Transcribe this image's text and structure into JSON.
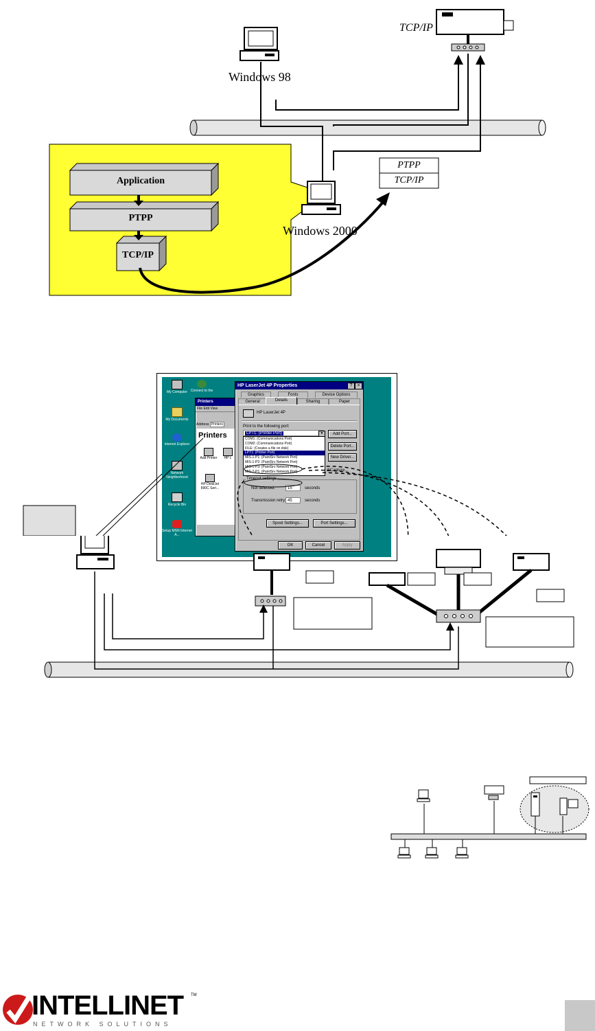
{
  "diagram1": {
    "printer_protocol_label": "TCP/IP",
    "win98_label": "Windows 98",
    "win2000_label": "Windows 2000",
    "stack": [
      "Application",
      "PTPP",
      "TCP/IP"
    ],
    "remote_stack": [
      "PTPP",
      "TCP/IP"
    ]
  },
  "dialog": {
    "title": "HP LaserJet 4P Properties",
    "tabs_back": [
      "Graphics",
      "Fonts",
      "Device Options"
    ],
    "tabs_front": [
      "General",
      "Details",
      "Sharing",
      "Paper"
    ],
    "printer_name": "HP LaserJet 4P",
    "port_label": "Print to the following port:",
    "port_selected": "LPT1: (Printer Port)",
    "port_options": [
      "COM1: (Communications Port)",
      "COM2: (Communications Port)",
      "FILE: (Creates a file on disk)",
      "LPT1: (Printer Port)",
      "MIS-1-P1: (PaintSrv Network Port)",
      "MIS-1-P2: (PaintSrv Network Port)",
      "MIS-1-P3: (PaintSrv Network Port)",
      "MIS-2-P1: (PaintSrv Network Port)"
    ],
    "btn_add_port": "Add Port...",
    "btn_delete_port": "Delete Port...",
    "btn_new_driver": "New Driver...",
    "capture_label": "d/Capture...",
    "timeout_label": "Timeout settings",
    "not_selected_label": "Not selected:",
    "not_selected_value": "15",
    "transmission_label": "Transmission retry:",
    "transmission_value": "45",
    "seconds": "seconds",
    "btn_spool": "Spool Settings...",
    "btn_port_settings": "Port Settings...",
    "btn_ok": "OK",
    "btn_cancel": "Cancel",
    "btn_apply": "Apply"
  },
  "printers_window": {
    "title": "Printers",
    "menu": [
      "File",
      "Edit",
      "View"
    ],
    "address_label": "Address",
    "address_value": "Printers",
    "heading": "Printers",
    "items": [
      "Add Printer",
      "HP L",
      "HP DeskJet 890C Seri..."
    ]
  },
  "desktop_icons": [
    "My Computer",
    "My Documents",
    "Internet Explorer",
    "Network Neighborhood",
    "Recycle Bin",
    "Setup MSN Internet A..."
  ],
  "desktop_top_icon": "Connect to the",
  "logo": {
    "brand": "INTELLINET",
    "tagline": "NETWORK SOLUTIONS",
    "tm": "TM"
  }
}
